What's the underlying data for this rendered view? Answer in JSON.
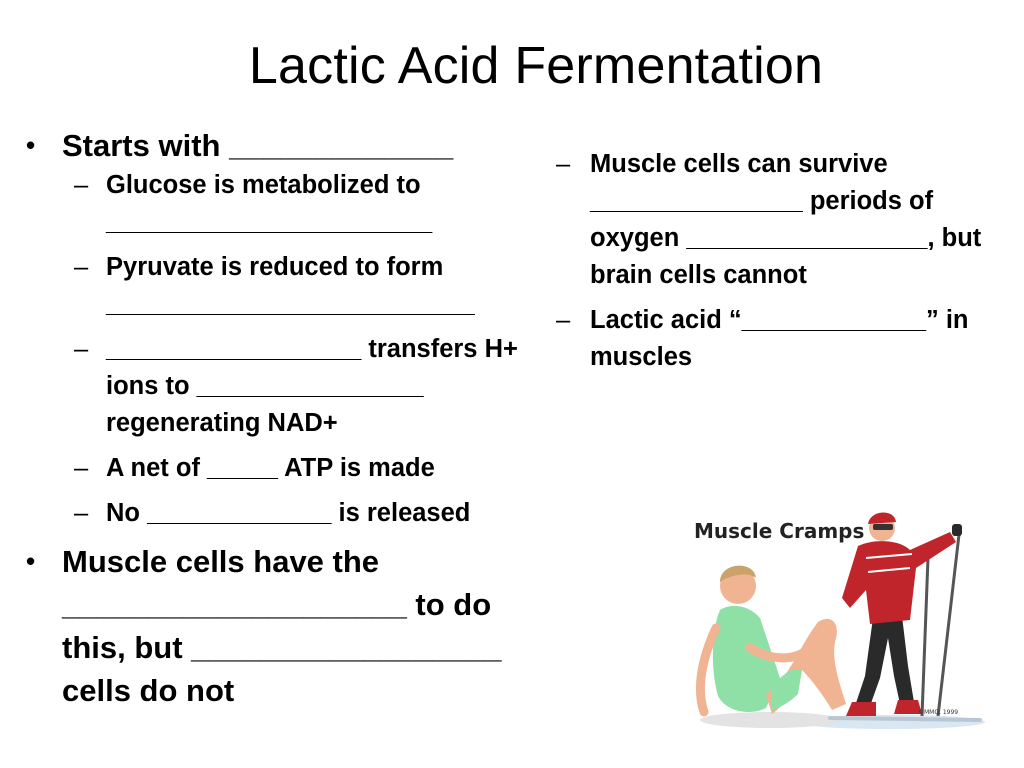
{
  "slide": {
    "title": "Lactic Acid Fermentation",
    "left_items": [
      {
        "text": "Starts with _____________"
      },
      {
        "text": "Glucose is metabolized to _______________________"
      },
      {
        "text": "Pyruvate is reduced to form __________________________"
      },
      {
        "text": "__________________ transfers H+ ions to ________________ regenerating NAD+"
      },
      {
        "text": "A net of _____ ATP is made"
      },
      {
        "text": "No _____________ is released"
      },
      {
        "text": "Muscle cells have the ____________________ to do this, but __________________ cells do not"
      }
    ],
    "right_items": [
      {
        "text": "Muscle cells can survive _______________ periods of oxygen _________________, but brain cells cannot"
      },
      {
        "text": "Lactic acid “_____________” in muscles"
      }
    ],
    "markers": {
      "bullet": "•",
      "dash": "–"
    }
  },
  "illustration": {
    "caption": "Muscle Cramps",
    "credit": "©MMG, 1999",
    "colors": {
      "skier_jacket": "#c0252b",
      "sitter_shirt": "#8fe0a6",
      "skin": "#f1b493"
    }
  }
}
